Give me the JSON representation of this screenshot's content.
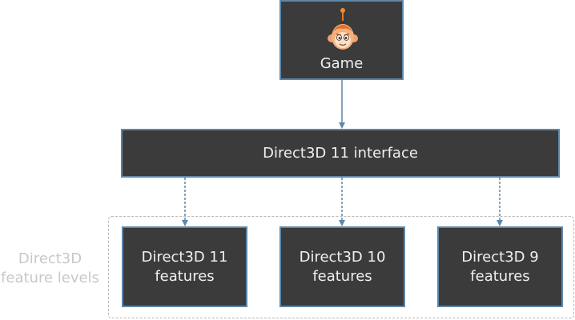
{
  "nodes": {
    "game": {
      "label": "Game",
      "icon": "monkey-head-icon"
    },
    "interface": {
      "label": "Direct3D 11 interface"
    },
    "features": [
      {
        "line1": "Direct3D 11",
        "line2": "features"
      },
      {
        "line1": "Direct3D 10",
        "line2": "features"
      },
      {
        "line1": "Direct3D 9",
        "line2": "features"
      }
    ]
  },
  "group": {
    "line1": "Direct3D",
    "line2": "feature levels"
  },
  "colors": {
    "box_fill": "#3b3b3b",
    "box_border": "#5e87a8",
    "box_text": "#f0f0f0",
    "connector": "#5e87a8",
    "group_border": "#b8b8b8",
    "group_text": "#c8c8c8"
  }
}
